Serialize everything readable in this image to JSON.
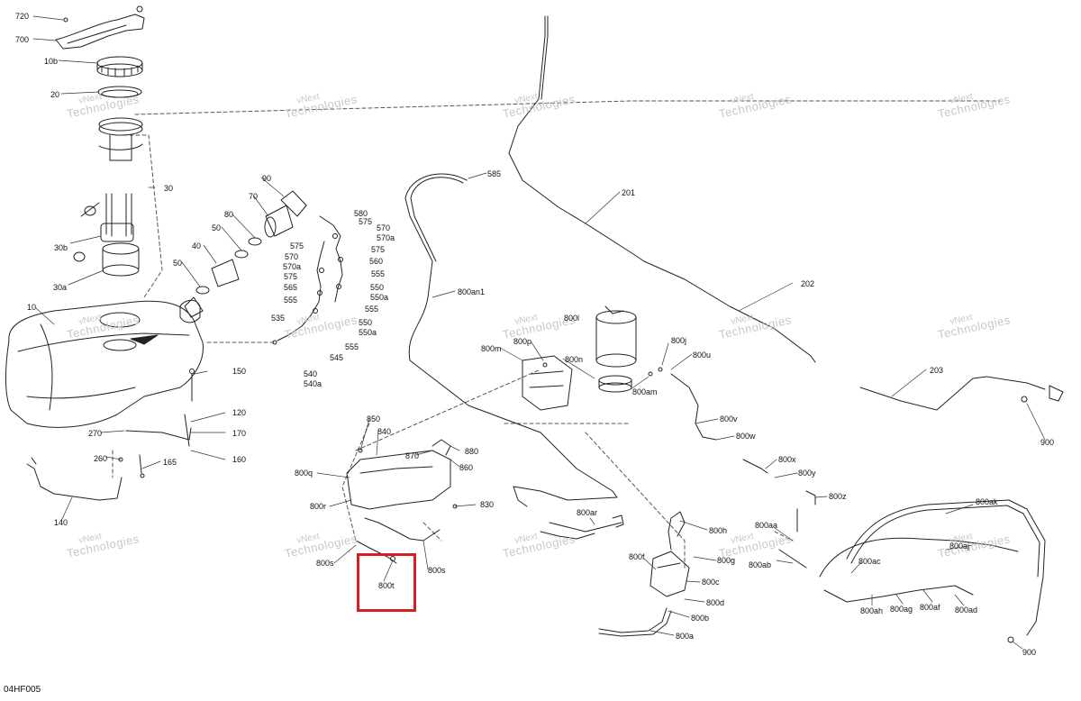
{
  "diagram_code": "04HF005",
  "highlighted_part": "800t",
  "highlight_color": "#d62020",
  "watermark": {
    "line1": "vNext",
    "line2": "Technologies",
    "combined": "vNext Technologies"
  },
  "parts": {
    "p720": "720",
    "p700": "700",
    "p10b": "10b",
    "p20": "20",
    "p30": "30",
    "p30b": "30b",
    "p30a": "30a",
    "p10": "10",
    "p90": "90",
    "p70": "70",
    "p80": "80",
    "p50a": "50",
    "p40": "40",
    "p50b": "50",
    "p580": "580",
    "p575a": "575",
    "p570a": "570",
    "p570aa": "570a",
    "p575b": "575",
    "p560": "560",
    "p555a": "555",
    "p550": "550",
    "p550a": "550a",
    "p555b": "555",
    "p575c": "575",
    "p570b": "570",
    "p570ab": "570a",
    "p575d": "575",
    "p565": "565",
    "p555c": "555",
    "p535": "535",
    "p550b": "550",
    "p550ab": "550a",
    "p555d": "555",
    "p545": "545",
    "p540": "540",
    "p540a": "540a",
    "p585": "585",
    "p201": "201",
    "p202": "202",
    "p203": "203",
    "p900a": "900",
    "p900b": "900",
    "p800an1": "800an1",
    "p800l": "800l",
    "p800m": "800m",
    "p800p": "800p",
    "p800n": "800n",
    "p800j": "800j",
    "p800u": "800u",
    "p800am": "800am",
    "p800v": "800v",
    "p800w": "800w",
    "p800x": "800x",
    "p800y": "800y",
    "p800z": "800z",
    "p800ak": "800ak",
    "p800aj": "800aj",
    "p800ac": "800ac",
    "p800ab": "800ab",
    "p800aa": "800aa",
    "p800ah": "800ah",
    "p800ag": "800ag",
    "p800af": "800af",
    "p800ad": "800ad",
    "p800ar": "800ar",
    "p800h": "800h",
    "p800g": "800g",
    "p800f": "800f",
    "p800c": "800c",
    "p800d": "800d",
    "p800b": "800b",
    "p800a": "800a",
    "p150": "150",
    "p120": "120",
    "p270": "270",
    "p170": "170",
    "p260": "260",
    "p165": "165",
    "p160": "160",
    "p140": "140",
    "p850": "850",
    "p840": "840",
    "p870": "870",
    "p880": "880",
    "p860": "860",
    "p800q": "800q",
    "p800r": "800r",
    "p830": "830",
    "p800sa": "800s",
    "p800sb": "800s",
    "p800t": "800t"
  }
}
